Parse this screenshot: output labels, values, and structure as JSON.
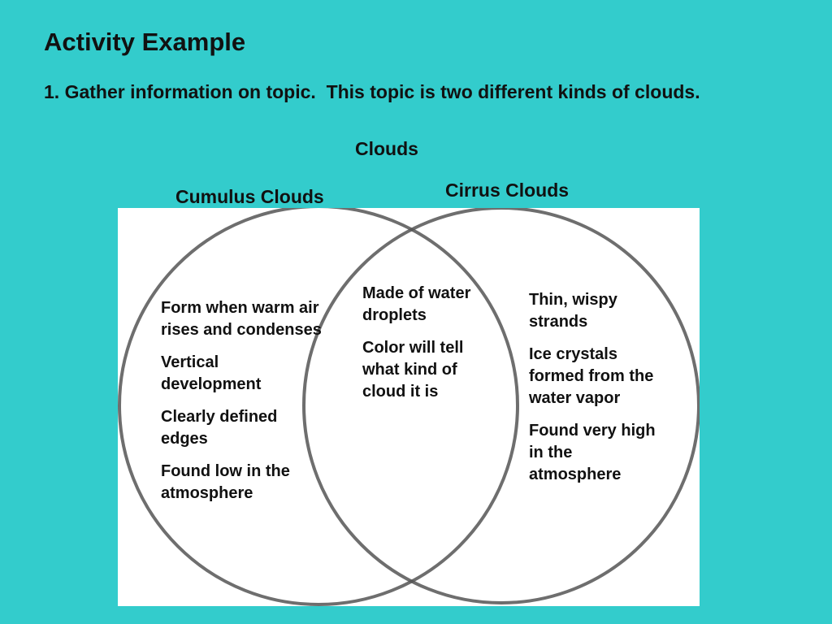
{
  "slide": {
    "title": "Activity Example",
    "step": "1. Gather information on topic.  This topic is two different kinds of clouds.",
    "background_color": "#33CCCC",
    "panel_color": "#FFFFFF"
  },
  "venn": {
    "topic": "Clouds",
    "left": {
      "label": "Cumulus Clouds",
      "facts": [
        "Form when warm air rises and condenses",
        "Vertical development",
        "Clearly defined edges",
        "Found low in the atmosphere"
      ]
    },
    "overlap": {
      "facts": [
        "Made of water droplets",
        "Color will tell what kind of cloud it is"
      ]
    },
    "right": {
      "label": "Cirrus Clouds",
      "facts": [
        "Thin, wispy strands",
        "Ice crystals formed from the water vapor",
        "Found very high in the atmosphere"
      ]
    }
  }
}
